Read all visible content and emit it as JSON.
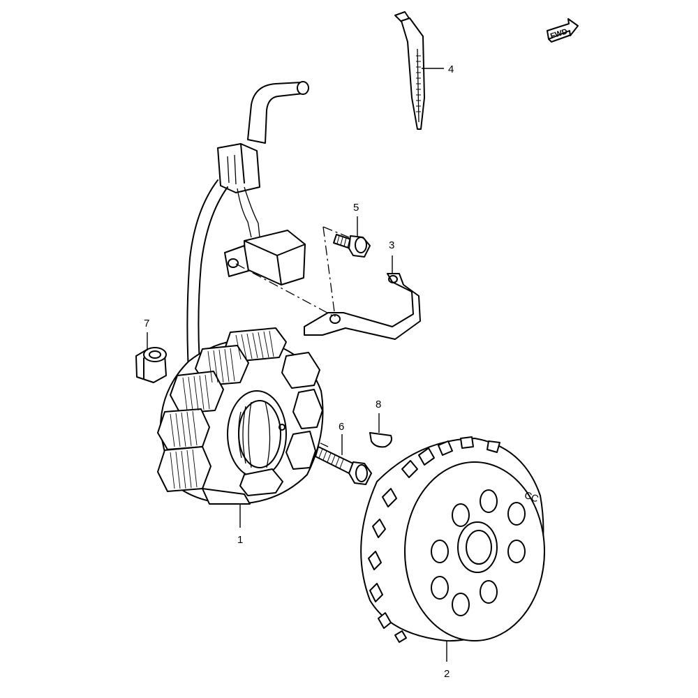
{
  "diagram": {
    "fwd_badge": "FWD",
    "flywheel_mark": "CC",
    "callouts": [
      {
        "id": "1",
        "label": "1"
      },
      {
        "id": "2",
        "label": "2"
      },
      {
        "id": "3",
        "label": "3"
      },
      {
        "id": "4",
        "label": "4"
      },
      {
        "id": "5",
        "label": "5"
      },
      {
        "id": "6",
        "label": "6"
      },
      {
        "id": "7",
        "label": "7"
      },
      {
        "id": "8",
        "label": "8"
      }
    ]
  }
}
